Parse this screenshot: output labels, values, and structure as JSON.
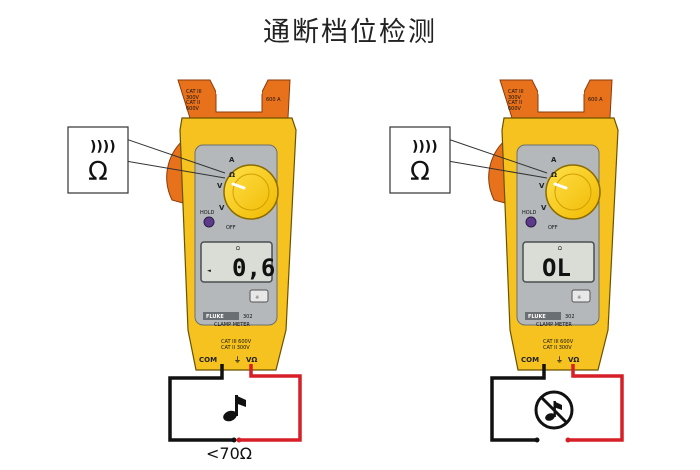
{
  "title": "通断档位检测",
  "meters": [
    {
      "display_value": "0,6",
      "display_unit": "Ω",
      "selector_ohm": "Ω",
      "brand": "FLUKE",
      "model": "302",
      "clamp_meter": "CLAMP METER",
      "cat_jaw": "CAT III 300V\nCAT II 600V",
      "jaw_rating": "600 A",
      "cat_terminals": "CAT III 600V\nCAT II 300V",
      "com_label": "COM",
      "v_label": "VΩ",
      "hold_label": "HOLD",
      "off_label": "OFF"
    },
    {
      "display_value": "OL",
      "display_unit": "Ω",
      "selector_ohm": "Ω",
      "brand": "FLUKE",
      "model": "302",
      "clamp_meter": "CLAMP METER",
      "cat_jaw": "CAT III 300V\nCAT II 600V",
      "jaw_rating": "600 A",
      "cat_terminals": "CAT III 600V\nCAT II 300V",
      "com_label": "COM",
      "v_label": "VΩ",
      "hold_label": "HOLD",
      "off_label": "OFF"
    }
  ],
  "callout_ohm": "Ω",
  "bottom_label": "<70Ω",
  "colors": {
    "body_yellow": "#f6c21f",
    "jaw_orange": "#e8711c",
    "face_gray": "#b4b8bb",
    "lead_red": "#d61f26",
    "lead_black": "#111111"
  },
  "icons": [
    "sound-icon",
    "music-note-icon",
    "no-sound-icon"
  ]
}
